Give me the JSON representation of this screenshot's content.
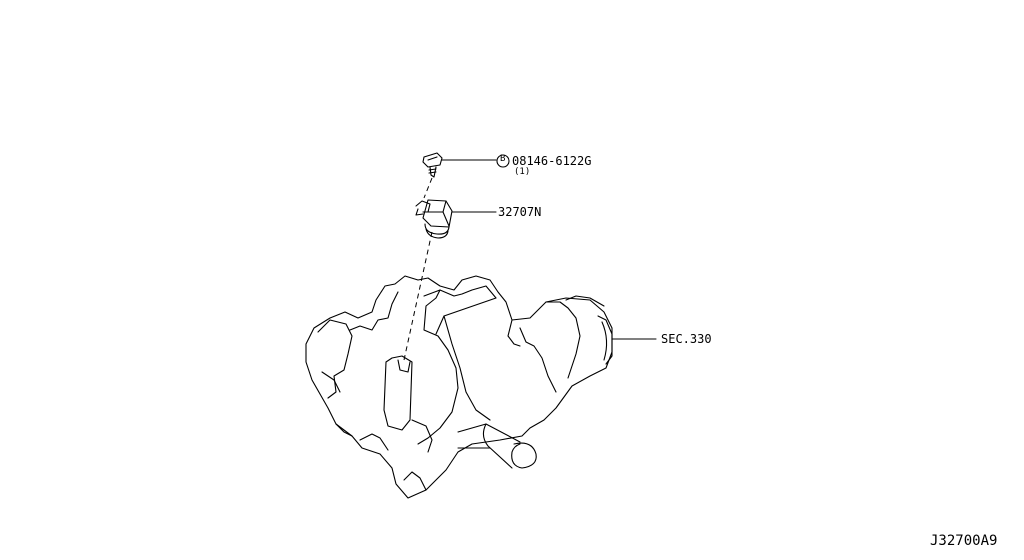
{
  "callouts": {
    "bolt_marker": "B",
    "bolt_part": "08146-6122G",
    "bolt_qty": "(1)",
    "sensor_part": "32707N",
    "section_ref": "SEC.330"
  },
  "diagram_code": "J32700A9",
  "colors": {
    "line": "#000000",
    "background": "#ffffff"
  }
}
